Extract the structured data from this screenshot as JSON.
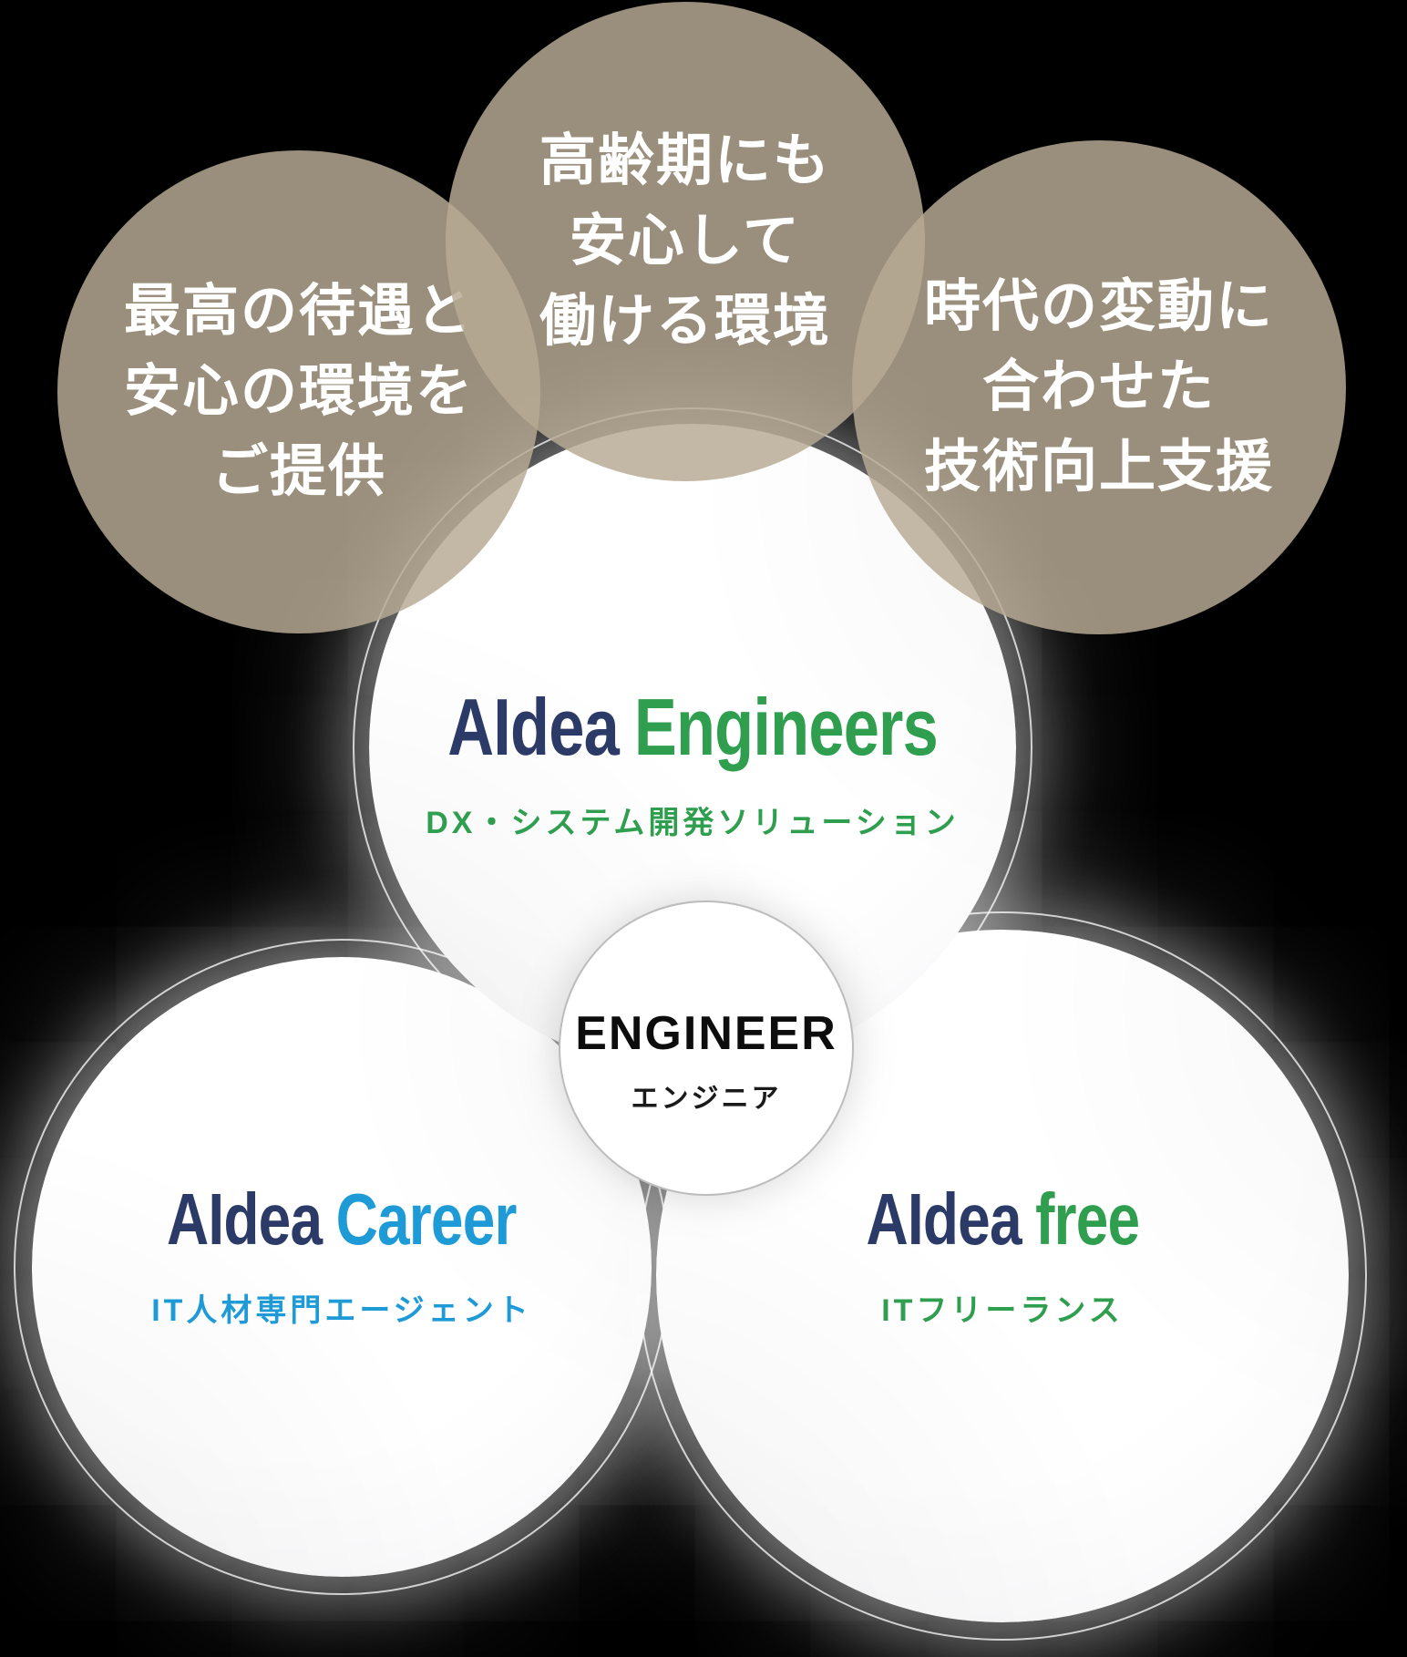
{
  "diagram": {
    "background_color": "#000000",
    "benefit_circles": [
      {
        "lines": [
          "最高の待遇と",
          "安心の環境を",
          "ご提供"
        ]
      },
      {
        "lines": [
          "高齢期にも",
          "安心して",
          "働ける環境"
        ]
      },
      {
        "lines": [
          "時代の変動に",
          "合わせた",
          "技術向上支援"
        ]
      }
    ],
    "brand_circles": [
      {
        "brand": "AIdea",
        "product": "Engineers",
        "subtitle": "DX・システム開発ソリューション",
        "accent_color": "#2f9e4f"
      },
      {
        "brand": "AIdea",
        "product": "Career",
        "subtitle": "IT人材専門エージェント",
        "accent_color": "#1e9bd7"
      },
      {
        "brand": "AIdea",
        "product": "free",
        "subtitle": "ITフリーランス",
        "accent_color": "#2f9e4f"
      }
    ],
    "center_circle": {
      "title": "ENGINEER",
      "subtitle": "エンジニア"
    },
    "colors": {
      "brand_navy": "#2b3a67",
      "green": "#2f9e4f",
      "blue": "#1e9bd7",
      "taupe": "#978c77",
      "circle_white": "#ffffff",
      "benefit_text": "#ffffff",
      "center_text": "#0d0d0d"
    }
  }
}
